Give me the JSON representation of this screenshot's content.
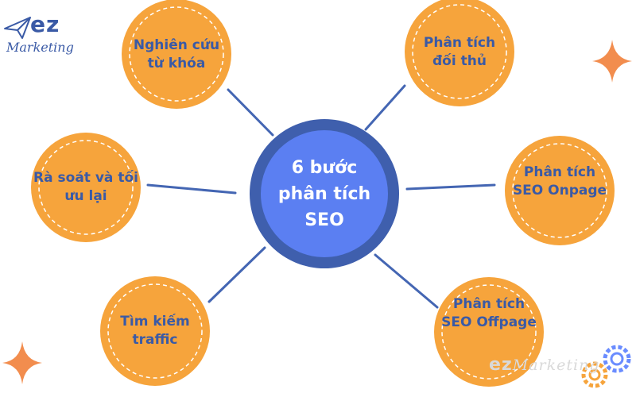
{
  "brand": {
    "mark": "ez",
    "sub": "Marketing",
    "watermark_mark": "ez",
    "watermark_sub": "Marketing"
  },
  "center": {
    "label": "6 bước\nphân tích\nSEO"
  },
  "nodes": [
    {
      "id": "keyword-research",
      "label": "Nghiên cứu\ntừ khóa"
    },
    {
      "id": "competitor-analysis",
      "label": "Phân tích\nđối thủ"
    },
    {
      "id": "review-optimize",
      "label": "Rà soát và tối\nưu lại"
    },
    {
      "id": "onpage-analysis",
      "label": "Phân tích\nSEO Onpage"
    },
    {
      "id": "traffic-search",
      "label": "Tìm kiếm\ntraffic"
    },
    {
      "id": "offpage-analysis",
      "label": "Phân tích\nSEO Offpage"
    }
  ],
  "colors": {
    "node_fill": "#f6a43c",
    "node_dash": "#ffffff",
    "connector": "#4466b3",
    "center_outer": "#3f5fad",
    "center_inner": "#5b7ff2",
    "text": "#3a5aa6",
    "sparkle": "#f28d4e",
    "gear": "#6a8cff",
    "gear_orange": "#f6a43c"
  },
  "icons": [
    "paper-plane-icon",
    "sparkle-icon",
    "gear-icon"
  ]
}
